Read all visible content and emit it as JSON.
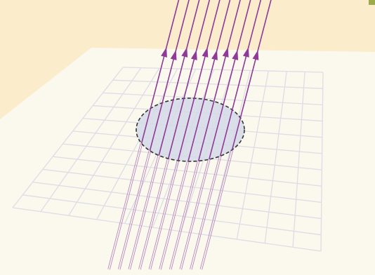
{
  "scene": {
    "caption": "",
    "shading": "flat"
  },
  "colors": {
    "page_bg": "#ffffff",
    "backdrop": "#fbeccb",
    "plane": "#fbf8ee",
    "grid": "#dcdde6",
    "surface_fill": "#d4d9e8",
    "surface_outline": "#333333",
    "field_line": "#8e3a96",
    "field_line_below": "#b788bd",
    "arrow": "#8e3a96",
    "corner_tab": "#9cab4a"
  },
  "diagram": {
    "field_line_count": 10,
    "arrows_per_line": 1,
    "arrow_direction": "up",
    "surface_shape": "ellipse",
    "surface_outline_style": "dashed",
    "grid_columns": 11,
    "grid_rows": 11
  }
}
